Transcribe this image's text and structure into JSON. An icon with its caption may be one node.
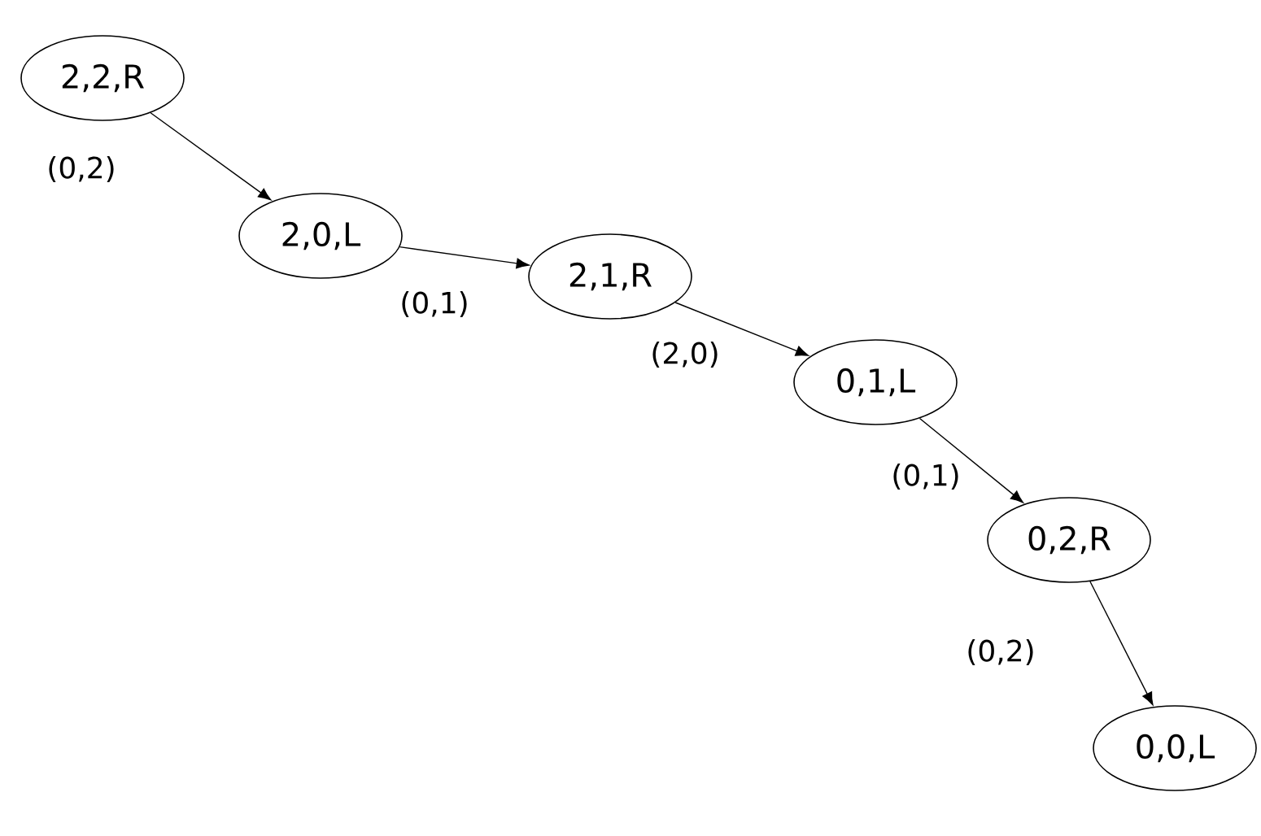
{
  "diagram": {
    "nodes": [
      {
        "text": [
          "2,2,R"
        ]
      },
      {
        "text": [
          "2,0,L"
        ]
      },
      {
        "text": [
          "2,1,R"
        ]
      },
      {
        "text": [
          "0,1,L"
        ]
      },
      {
        "text": [
          "0,2,R"
        ]
      },
      {
        "text": [
          "0,0,L"
        ]
      }
    ],
    "edges": [
      {
        "from": 0,
        "to": 1,
        "arrow": "to",
        "label": "(0,2)"
      },
      {
        "from": 1,
        "to": 2,
        "arrow": "to",
        "label": "(0,1)"
      },
      {
        "from": 2,
        "to": 3,
        "arrow": "to",
        "label": "(2,0)"
      },
      {
        "from": 3,
        "to": 4,
        "arrow": "to",
        "label": "(0,1)"
      },
      {
        "from": 4,
        "to": 5,
        "arrow": "to",
        "label": "(0,2)"
      }
    ]
  }
}
